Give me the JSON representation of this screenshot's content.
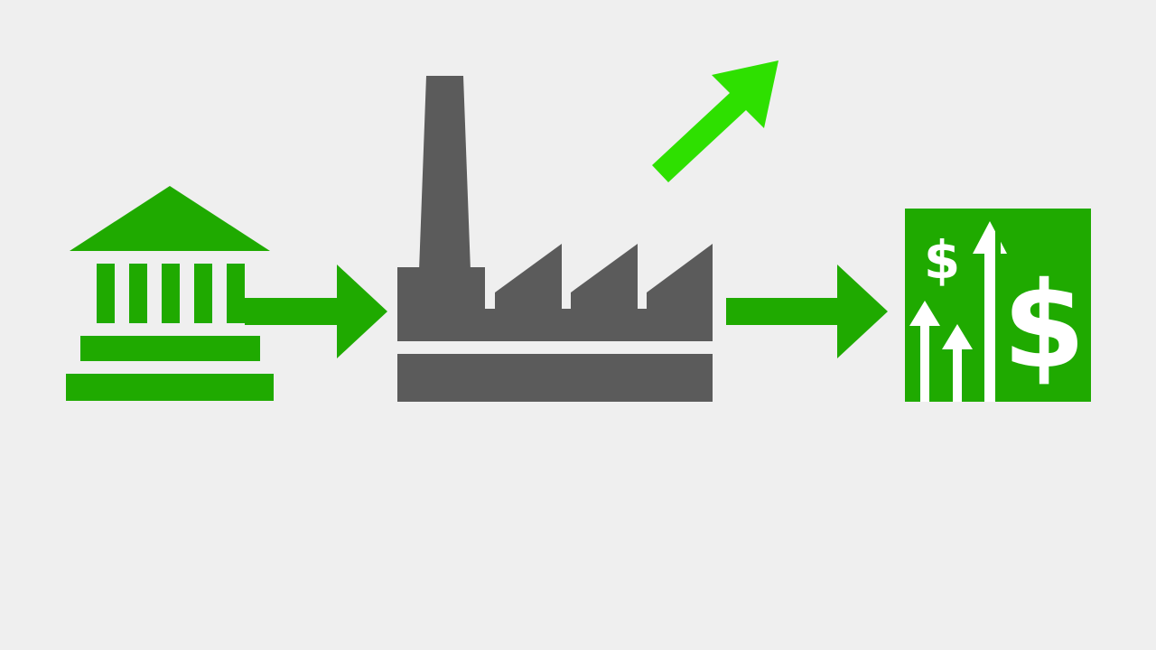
{
  "diagram": {
    "background": "#efefef",
    "colors": {
      "green": "#1faa00",
      "bright_green": "#2ee000",
      "factory_gray": "#5b5b5b",
      "white": "#ffffff"
    },
    "nodes": [
      {
        "id": "bank",
        "icon": "bank-building-icon"
      },
      {
        "id": "factory",
        "icon": "factory-icon"
      },
      {
        "id": "money",
        "icon": "money-growth-icon"
      }
    ],
    "arrows": [
      {
        "from": "bank",
        "to": "factory",
        "icon": "arrow-right-icon"
      },
      {
        "from": "factory",
        "to": "money",
        "icon": "arrow-right-icon"
      },
      {
        "from": "factory",
        "icon": "trend-up-arrow-icon"
      }
    ],
    "money_icon": {
      "symbol_small": "$",
      "symbol_large": "$"
    }
  }
}
